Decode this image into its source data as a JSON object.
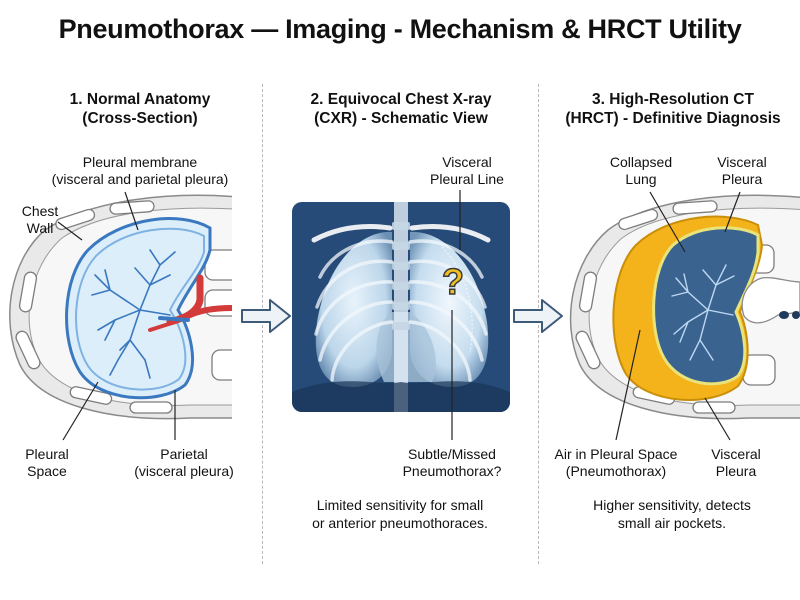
{
  "title": "Pneumothorax — Imaging - Mechanism & HRCT Utility",
  "panels": [
    {
      "heading_line1": "1. Normal Anatomy",
      "heading_line2": "(Cross-Section)",
      "labels": {
        "pleural_membrane_line1": "Pleural membrane",
        "pleural_membrane_line2": "(visceral and parietal pleura)",
        "chest_wall_line1": "Chest",
        "chest_wall_line2": "Wall",
        "pleural_space_line1": "Pleural",
        "pleural_space_line2": "Space",
        "parietal_line1": "Parietal",
        "parietal_line2": "(visceral pleura)"
      }
    },
    {
      "heading_line1": "2. Equivocal Chest X-ray",
      "heading_line2": "(CXR) - Schematic View",
      "labels": {
        "visceral_line_line1": "Visceral",
        "visceral_line_line2": "Pleural Line",
        "question_mark": "?",
        "subtle_line1": "Subtle/Missed",
        "subtle_line2": "Pneumothorax?"
      },
      "caption_line1": "Limited sensitivity for small",
      "caption_line2": "or anterior pneumothoraces."
    },
    {
      "heading_line1": "3. High-Resolution CT",
      "heading_line2": "(HRCT) - Definitive Diagnosis",
      "labels": {
        "collapsed_lung_line1": "Collapsed",
        "collapsed_lung_line2": "Lung",
        "visceral_top_line1": "Visceral",
        "visceral_top_line2": "Pleura",
        "air_line1": "Air in Pleural Space",
        "air_line2": "(Pneumothorax)",
        "visceral_bottom_line1": "Visceral",
        "visceral_bottom_line2": "Pleura"
      },
      "caption_line1": "Higher sensitivity, detects",
      "caption_line2": "small air pockets."
    }
  ],
  "colors": {
    "lung_blue": "#3a78c0",
    "lung_fill_normal": "#dceefa",
    "collapsed_lung": "#3b6390",
    "air_yellow": "#f4b31a",
    "artery_red": "#d33a3a",
    "chest_wall": "#e8e8e8",
    "xray_bg": "#1f3a5c"
  }
}
